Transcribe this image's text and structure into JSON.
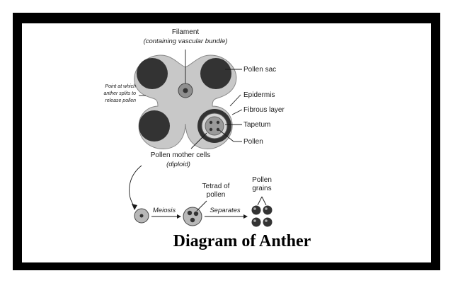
{
  "diagram": {
    "title": "Diagram of Anther",
    "labels": {
      "filament": "Filament",
      "filament_note": "(containing vascular bundle)",
      "pollen_sac": "Pollen sac",
      "split_point_1": "Point at which",
      "split_point_2": "anther splits to",
      "split_point_3": "release pollen",
      "epidermis": "Epidermis",
      "fibrous_layer": "Fibrous layer",
      "tapetum": "Tapetum",
      "pollen": "Pollen",
      "pollen_mother_cells": "Pollen mother cells",
      "diploid": "(diploid)",
      "meiosis": "Meiosis",
      "tetrad_1": "Tetrad of",
      "tetrad_2": "pollen",
      "separates": "Separates",
      "pollen_grains_1": "Pollen",
      "pollen_grains_2": "grains"
    }
  },
  "colors": {
    "frame": "#000000",
    "anther_body": "#c8c8c8",
    "pollen_sac": "#333333",
    "connective": "#b0b0b0"
  }
}
